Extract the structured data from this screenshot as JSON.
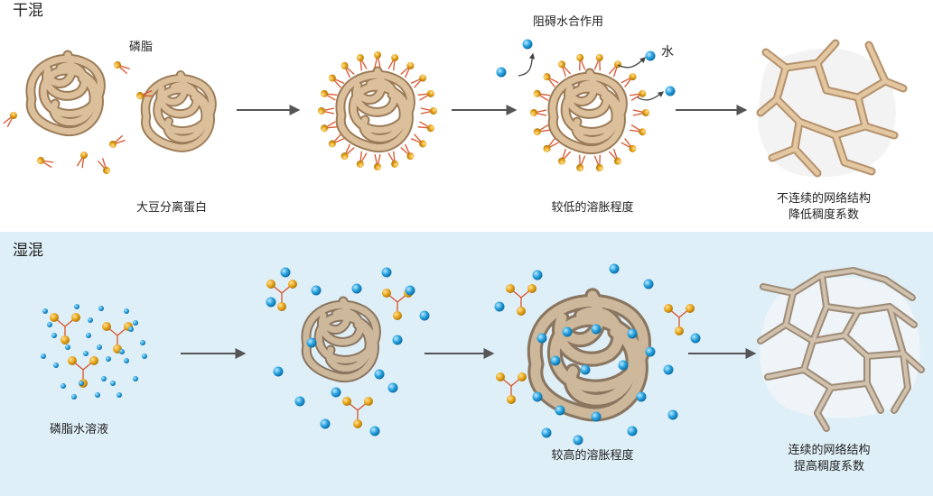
{
  "dry": {
    "title": "干混",
    "phospholipid_label": "磷脂",
    "hydrophobic_label": "阻碍水合作用",
    "water_label": "水",
    "protein_label": "大豆分离蛋白",
    "swelling_label": "较低的溶胀程度",
    "network_line1": "不连续的网络结构",
    "network_line2": "降低稠度系数"
  },
  "wet": {
    "title": "湿混",
    "solution_label": "磷脂水溶液",
    "swelling_label": "较高的溶胀程度",
    "network_line1": "连续的网络结构",
    "network_line2": "提高稠度系数"
  },
  "colors": {
    "protein": "#d9bc96",
    "protein_outline": "#9c7c58",
    "wet_protein": "#c9b59a",
    "phospholipid_head": "#e8a317",
    "phospholipid_tail": "#d9542b",
    "water": "#1f9bd9",
    "arrow": "#555555",
    "wet_background": "#dfeff8"
  }
}
